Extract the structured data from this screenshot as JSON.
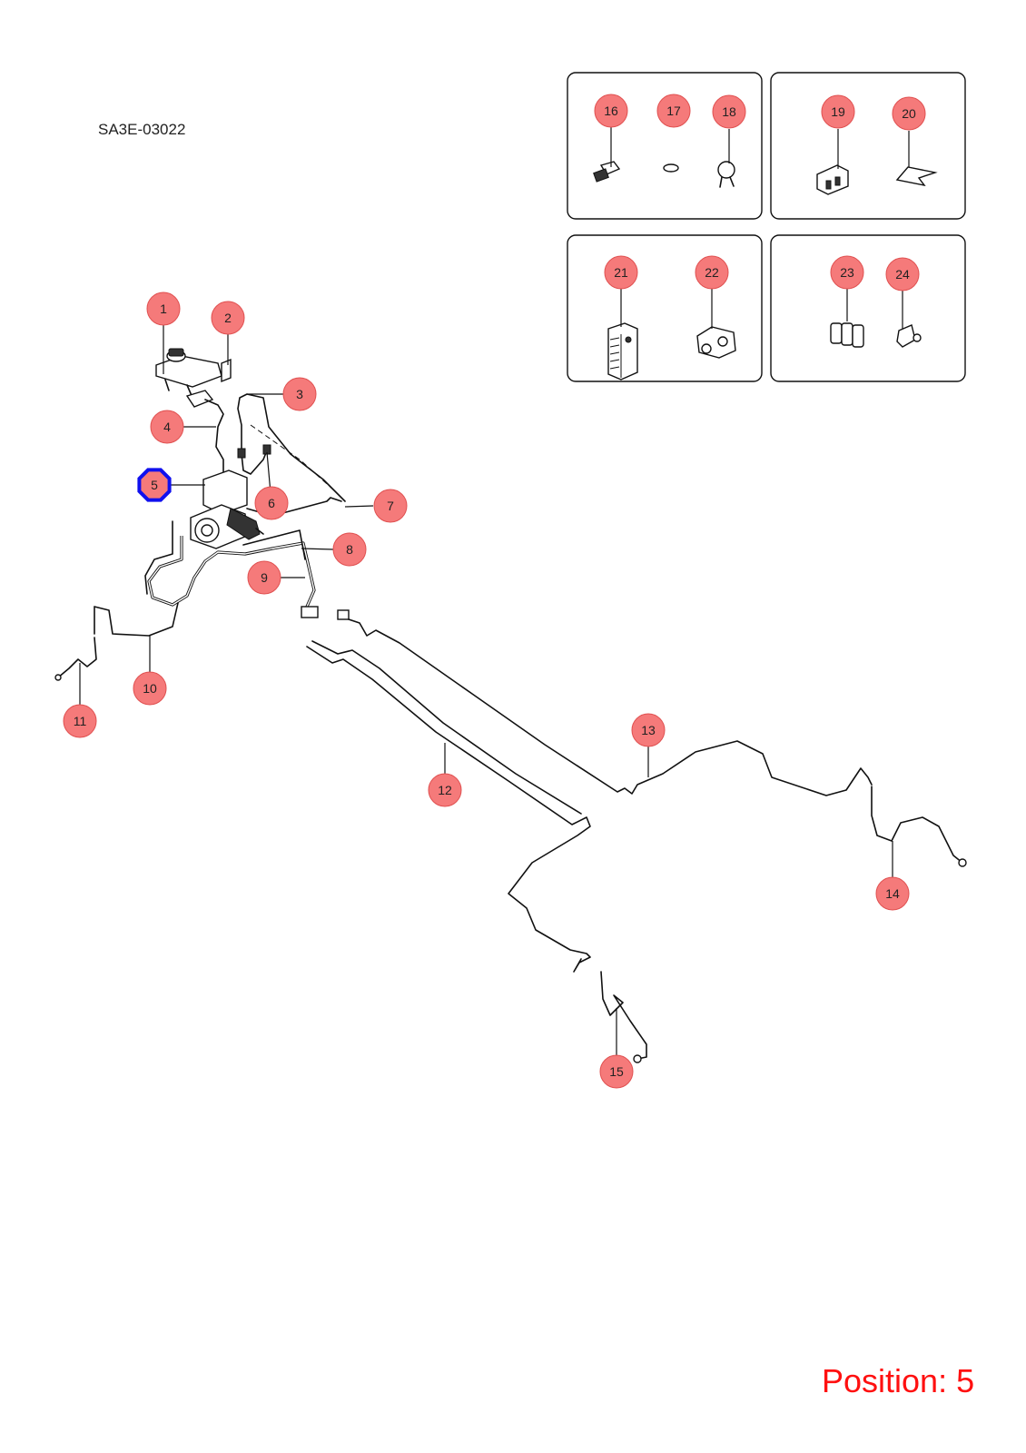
{
  "document_code": "SA3E-03022",
  "position_text": "Position: 5",
  "callouts": [
    {
      "label": "1"
    },
    {
      "label": "2"
    },
    {
      "label": "3"
    },
    {
      "label": "4"
    },
    {
      "label": "5"
    },
    {
      "label": "6"
    },
    {
      "label": "7"
    },
    {
      "label": "8"
    },
    {
      "label": "9"
    },
    {
      "label": "10"
    },
    {
      "label": "11"
    },
    {
      "label": "12"
    },
    {
      "label": "13"
    },
    {
      "label": "14"
    },
    {
      "label": "15"
    },
    {
      "label": "16"
    },
    {
      "label": "17"
    },
    {
      "label": "18"
    },
    {
      "label": "19"
    },
    {
      "label": "20"
    },
    {
      "label": "21"
    },
    {
      "label": "22"
    },
    {
      "label": "23"
    },
    {
      "label": "24"
    }
  ],
  "selected_callout": "5",
  "colors": {
    "callout_fill": "#f57a7a",
    "selected_outline": "#1010ee",
    "position_text": "#ff1010"
  }
}
